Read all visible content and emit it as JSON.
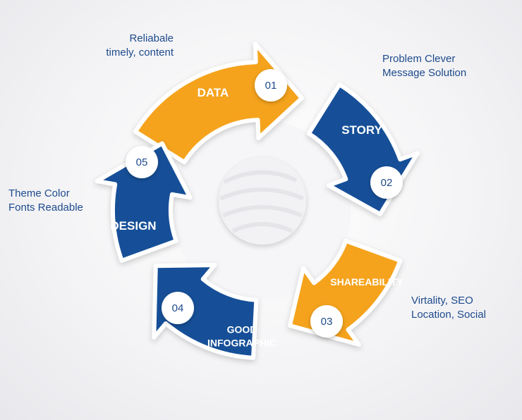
{
  "colors": {
    "orange": "#f5a31e",
    "blue": "#134f98",
    "number_text": "#1e4a8c",
    "note_text": "#1e4a8c"
  },
  "steps": [
    {
      "number": "01",
      "label": "DATA",
      "color": "orange"
    },
    {
      "number": "02",
      "label": "STORY",
      "color": "blue"
    },
    {
      "number": "03",
      "label": "SHAREABILITY",
      "color": "orange"
    },
    {
      "number": "04",
      "label_lines": [
        "GOOD",
        "INFOGRAPHIC"
      ],
      "color": "blue"
    },
    {
      "number": "05",
      "label": "DESIGN",
      "color": "blue"
    }
  ],
  "notes": {
    "data": [
      "Reliabale",
      "timely, content"
    ],
    "story": [
      "Problem Clever",
      "Message Solution"
    ],
    "shareability": [
      "Virtality, SEO",
      "Location, Social"
    ],
    "design": [
      "Theme Color",
      "Fonts Readable"
    ]
  }
}
